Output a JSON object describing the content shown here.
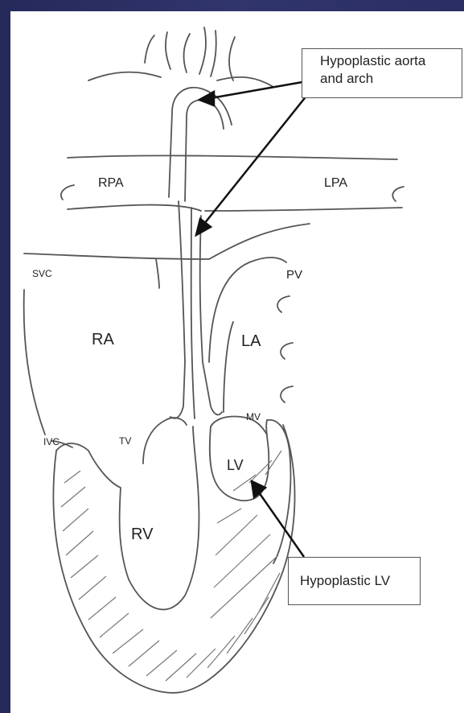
{
  "labels": {
    "rpa": "RPA",
    "lpa": "LPA",
    "svc": "SVC",
    "pv": "PV",
    "ra": "RA",
    "la": "LA",
    "ivc": "IVC",
    "tv": "TV",
    "mv": "MV",
    "lv": "LV",
    "rv": "RV"
  },
  "callouts": {
    "aorta_line1": "Hypoplastic aorta",
    "aorta_line2": "and arch",
    "lv": "Hypoplastic LV"
  },
  "colors": {
    "background": "#2b2f63",
    "panel": "#ffffff",
    "line": "#555555",
    "arrow": "#111111"
  }
}
